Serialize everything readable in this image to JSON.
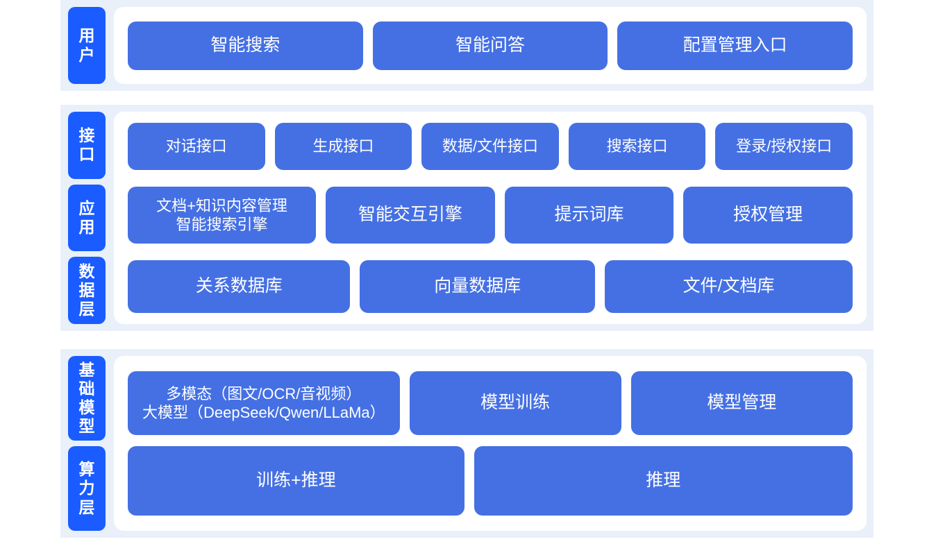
{
  "colors": {
    "page_background": "#ffffff",
    "band_background": "#eaf0fa",
    "card_background": "#ffffff",
    "label_blue": "#1a5cff",
    "box_blue": "#4570e4",
    "text_on_blue": "#ffffff"
  },
  "sections": [
    {
      "id": "user",
      "labels": [
        "用户"
      ],
      "rows": [
        {
          "id": "user-entry",
          "boxes": [
            "智能搜索",
            "智能问答",
            "配置管理入口"
          ]
        }
      ]
    },
    {
      "id": "middle",
      "labels": [
        "接口",
        "应用",
        "数据层"
      ],
      "rows": [
        {
          "id": "interface",
          "boxes": [
            "对话接口",
            "生成接口",
            "数据/文件接口",
            "搜索接口",
            "登录/授权接口"
          ]
        },
        {
          "id": "application",
          "boxes": [
            "文档+知识内容管理\n智能搜索引擎",
            "智能交互引擎",
            "提示词库",
            "授权管理"
          ]
        },
        {
          "id": "data",
          "boxes": [
            "关系数据库",
            "向量数据库",
            "文件/文档库"
          ]
        }
      ]
    },
    {
      "id": "base",
      "labels": [
        "基础模型",
        "算力层"
      ],
      "rows": [
        {
          "id": "model",
          "boxes": [
            "多模态（图文/OCR/音视频）\n大模型（DeepSeek/Qwen/LLaMa）",
            "模型训练",
            "模型管理"
          ]
        },
        {
          "id": "compute",
          "boxes": [
            "训练+推理",
            "推理"
          ]
        }
      ]
    }
  ],
  "labels": {
    "user": "用户",
    "interface": "接口",
    "application": "应用",
    "data_layer": "数据层",
    "base_model": "基础模型",
    "compute_layer": "算力层"
  },
  "user_row": {
    "smart_search": "智能搜索",
    "smart_qa": "智能问答",
    "config_entry": "配置管理入口"
  },
  "interface_row": {
    "dialog_api": "对话接口",
    "generate_api": "生成接口",
    "data_file_api": "数据/文件接口",
    "search_api": "搜索接口",
    "login_auth_api": "登录/授权接口"
  },
  "application_row": {
    "doc_knowledge_line1": "文档+知识内容管理",
    "doc_knowledge_line2": "智能搜索引擎",
    "interaction_engine": "智能交互引擎",
    "prompt_library": "提示词库",
    "auth_management": "授权管理"
  },
  "data_row": {
    "relational_db": "关系数据库",
    "vector_db": "向量数据库",
    "file_doc_store": "文件/文档库"
  },
  "model_row": {
    "multimodal_line1": "多模态（图文/OCR/音视频）",
    "multimodal_line2": "大模型（DeepSeek/Qwen/LLaMa）",
    "model_training": "模型训练",
    "model_management": "模型管理"
  },
  "compute_row": {
    "train_infer": "训练+推理",
    "infer": "推理"
  }
}
